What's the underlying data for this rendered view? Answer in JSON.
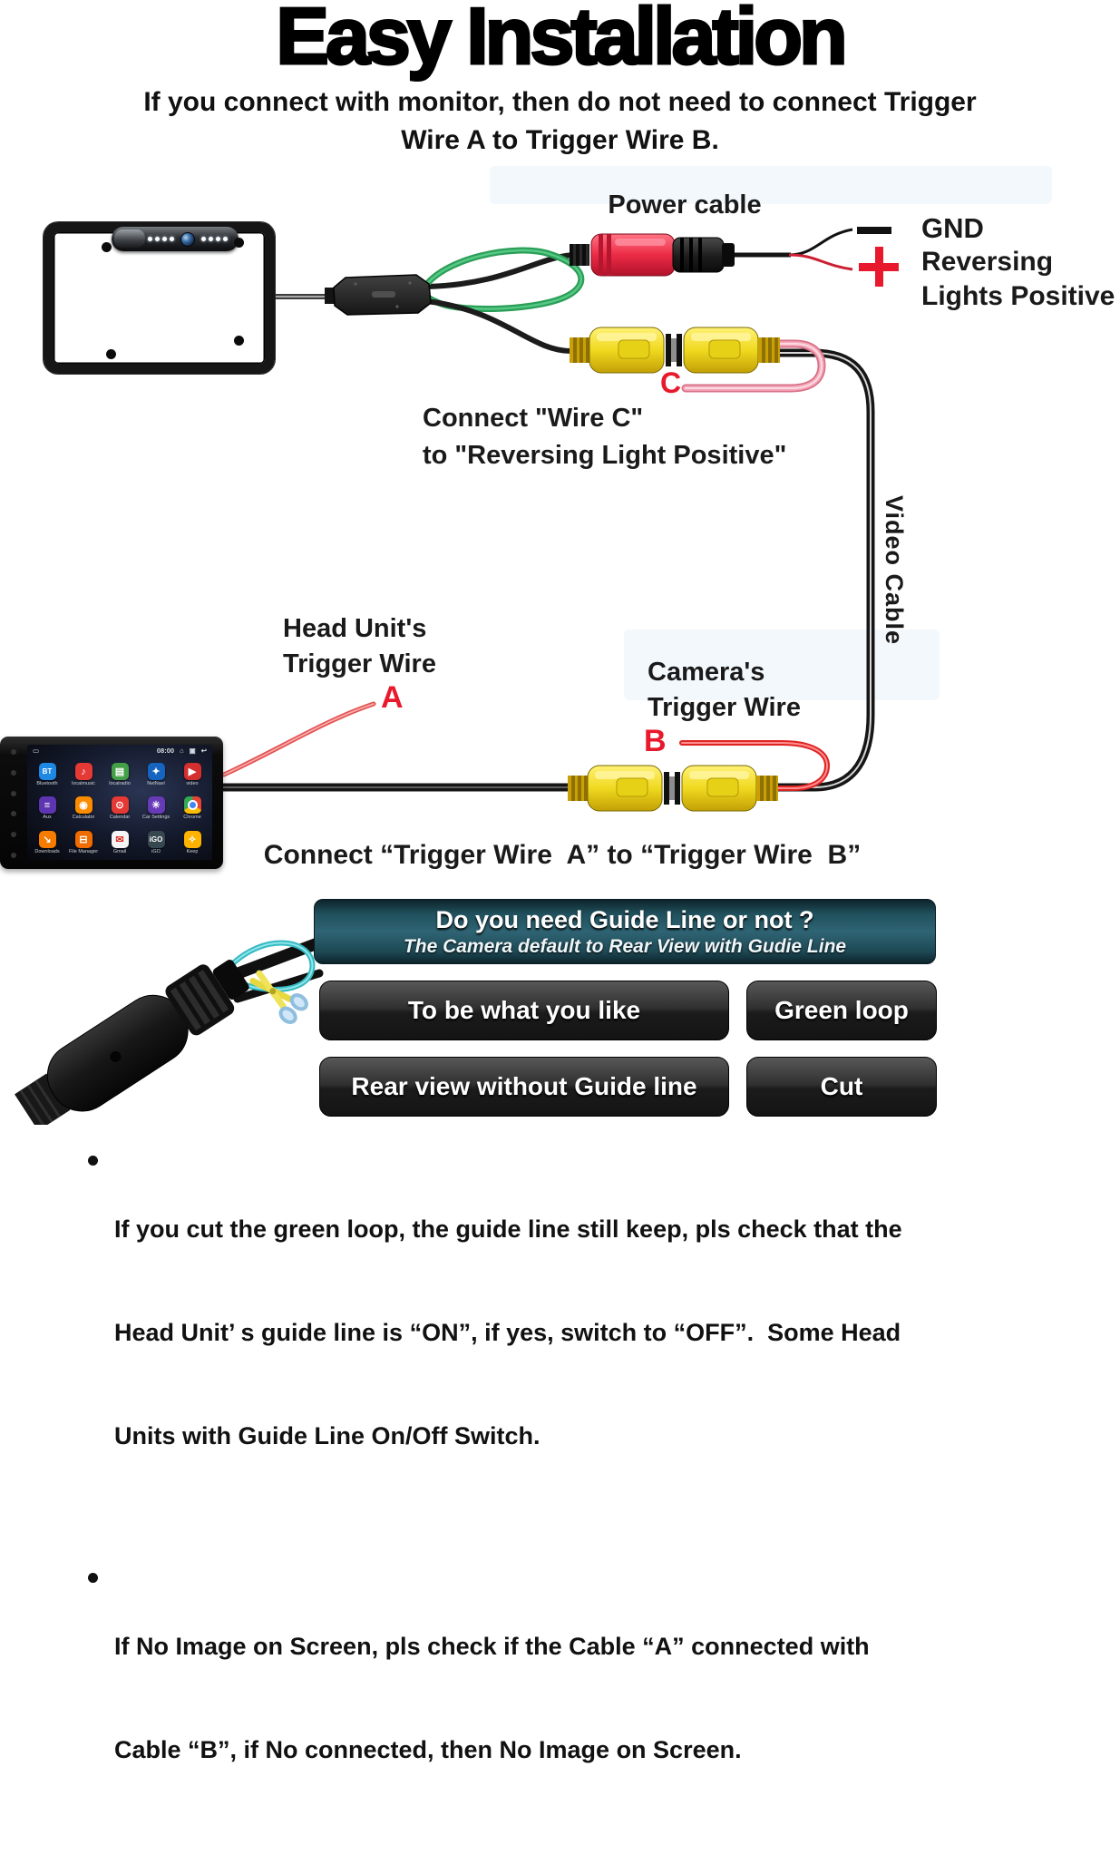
{
  "title": "Easy Installation",
  "subtitle": {
    "line1": "If you connect with monitor, then do not need to connect Trigger",
    "line2": "Wire A to Trigger Wire B."
  },
  "diagram": {
    "power_cable_label": "Power cable",
    "gnd_label": "GND",
    "reversing_line1": "Reversing",
    "reversing_line2": "Lights Positive",
    "wire_c_note_line1": "Connect \"Wire C\"",
    "wire_c_note_line2": "to \"Reversing Light Positive\"",
    "video_cable_label": "Video Cable",
    "head_unit_wire_line1": "Head Unit's",
    "head_unit_wire_line2": "Trigger Wire",
    "camera_wire_line1": "Camera's",
    "camera_wire_line2": "Trigger Wire",
    "tag_a": "A",
    "tag_b": "B",
    "tag_c": "C",
    "connect_trigger_note": "Connect “Trigger Wire  A” to “Trigger Wire  B”",
    "accent_red": "#e8192c",
    "wire_green": "#2b9e57",
    "wire_pink": "#f2a9ba",
    "rca_yellow": "#f0d91f"
  },
  "head_unit": {
    "status_left_icon": "▭",
    "time": "08:00",
    "status_icons": [
      "⌂",
      "▣",
      "↩"
    ],
    "apps": [
      {
        "label": "Bluetooth",
        "bg": "#1e88e5",
        "glyph": "BT"
      },
      {
        "label": "localmusic",
        "bg": "#e53935",
        "glyph": "♪"
      },
      {
        "label": "localradio",
        "bg": "#43a047",
        "glyph": "▤"
      },
      {
        "label": "NetNavi",
        "bg": "#1565c0",
        "glyph": "✦"
      },
      {
        "label": "video",
        "bg": "#d32f2f",
        "glyph": "▶"
      },
      {
        "label": "Aux",
        "bg": "#5e35b1",
        "glyph": "≡"
      },
      {
        "label": "Calculator",
        "bg": "#fb8c00",
        "glyph": "◉"
      },
      {
        "label": "Calendar",
        "bg": "#e53935",
        "glyph": "⊙"
      },
      {
        "label": "Car Settings",
        "bg": "#673ab7",
        "glyph": "✳"
      },
      {
        "label": "Chrome",
        "bg": "chrome",
        "glyph": ""
      },
      {
        "label": "Downloads",
        "bg": "#f57c00",
        "glyph": "↘"
      },
      {
        "label": "File Manager",
        "bg": "#ef6c00",
        "glyph": "⊟"
      },
      {
        "label": "Gmail",
        "bg": "#f5f5f5",
        "glyph": "✉",
        "fg": "#d93025"
      },
      {
        "label": "iGO",
        "bg": "#37474f",
        "glyph": "iGO"
      },
      {
        "label": "Keep",
        "bg": "#ffb300",
        "glyph": "✧"
      }
    ]
  },
  "guide_box": {
    "title": "Do you need Guide Line or not ?",
    "subtitle": "The Camera default to Rear View with Gudie Line"
  },
  "buttons": {
    "to_be": "To be what you like",
    "green_loop": "Green loop",
    "rear_view": "Rear view without Guide line",
    "cut": "Cut"
  },
  "notes": {
    "n1_line1": "If you cut the green loop, the guide line still keep, pls check that the",
    "n1_line2": "Head Unit’ s guide line is “ON”, if yes, switch to “OFF”.  Some Head",
    "n1_line3": "Units with Guide Line On/Off Switch.",
    "n2_line1": "If No Image on Screen, pls check if the Cable “A” connected with",
    "n2_line2": "Cable “B”, if No connected, then No Image on Screen."
  }
}
